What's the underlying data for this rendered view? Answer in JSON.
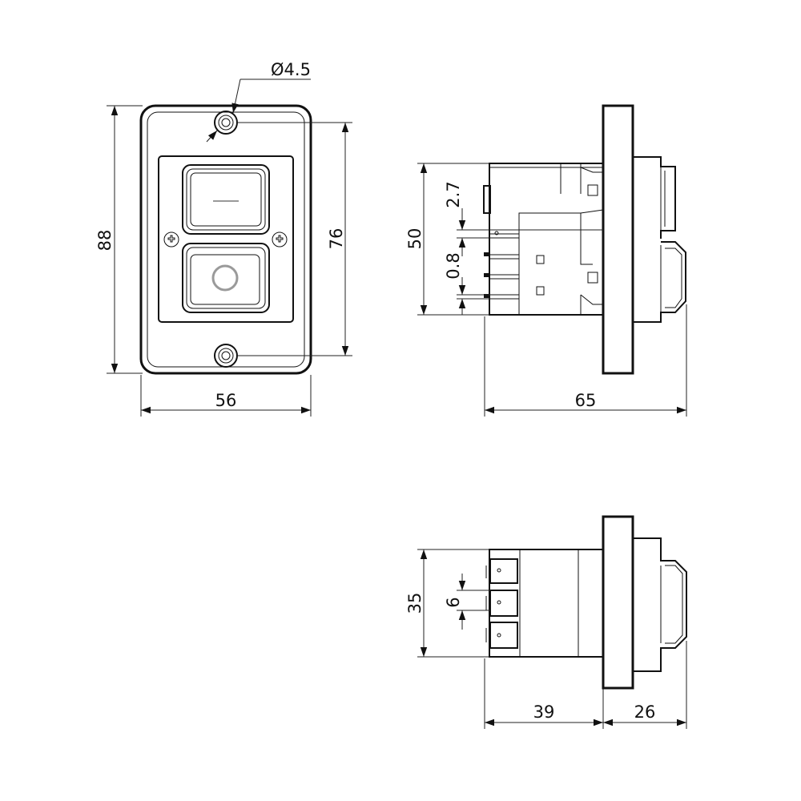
{
  "dimensions": {
    "hole_diameter": "Ø4.5",
    "front_height_total": "88",
    "front_hole_spacing": "76",
    "front_width": "56",
    "side_height": "50",
    "side_pitch_small": "2.7",
    "side_pin_thickness": "0.8",
    "side_depth_total": "65",
    "bottom_height": "35",
    "bottom_terminal_pitch": "6",
    "bottom_body_depth": "39",
    "bottom_button_depth": "26"
  },
  "buttons": {
    "on_symbol": "I",
    "off_symbol": "O"
  }
}
